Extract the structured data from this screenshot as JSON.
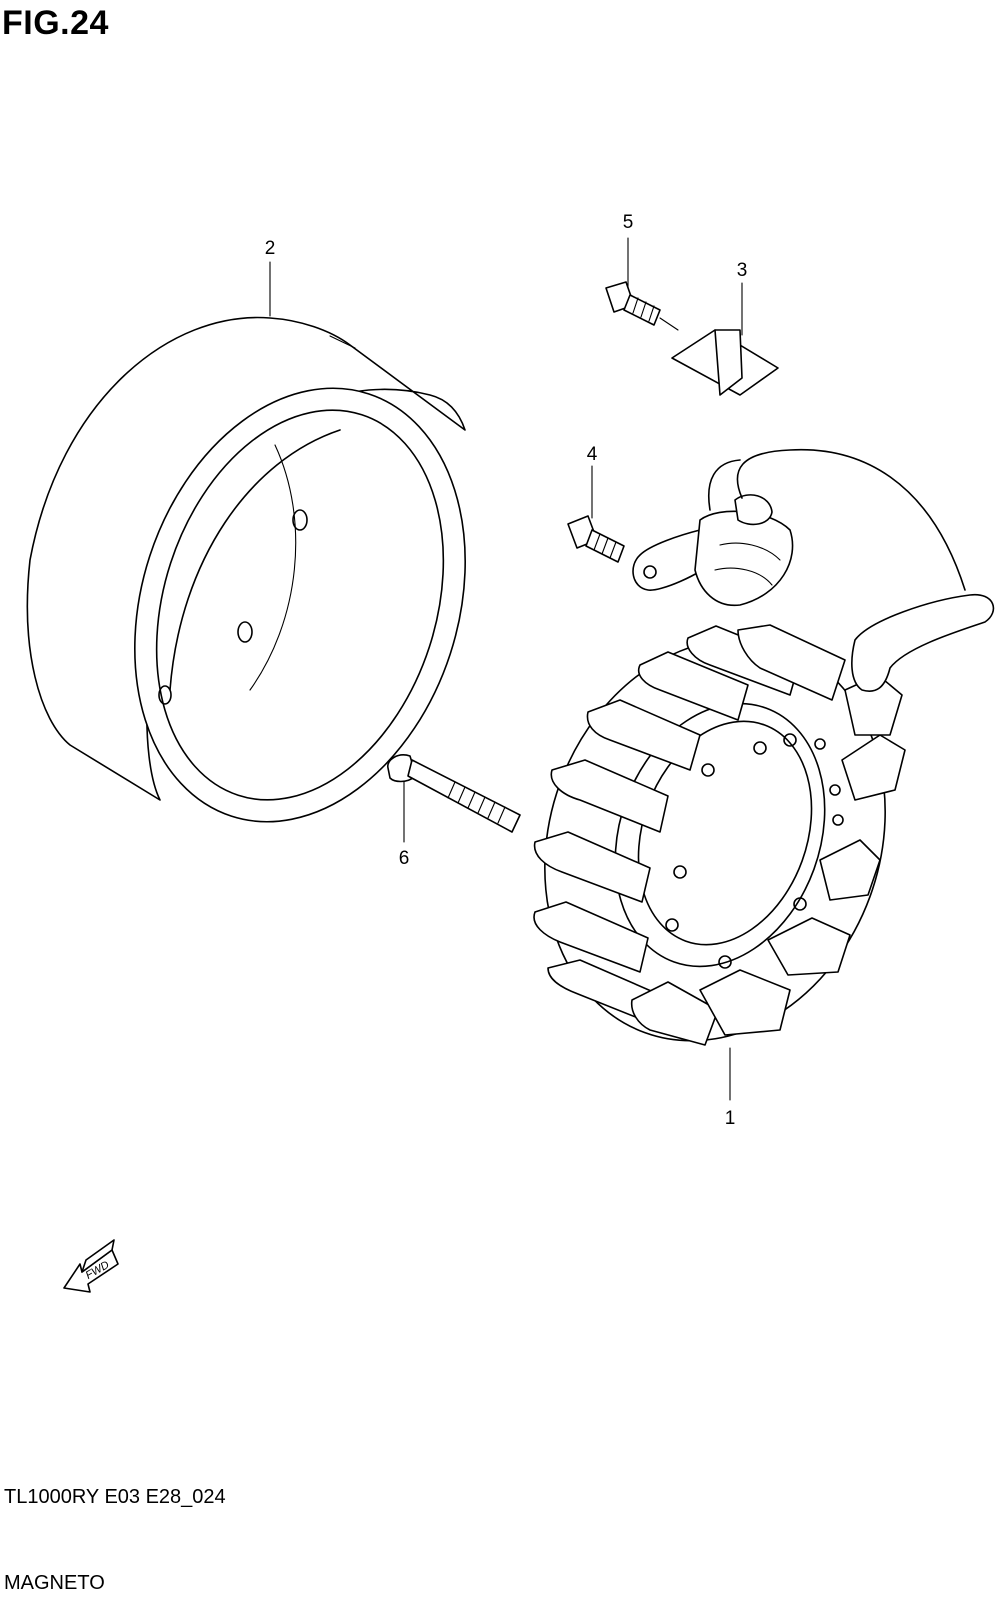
{
  "header": {
    "title": "FIG.24"
  },
  "callouts": [
    {
      "id": "1",
      "label": "1"
    },
    {
      "id": "2",
      "label": "2"
    },
    {
      "id": "3",
      "label": "3"
    },
    {
      "id": "4",
      "label": "4"
    },
    {
      "id": "5",
      "label": "5"
    },
    {
      "id": "6",
      "label": "6"
    }
  ],
  "fwd_marker": {
    "label": "FWD"
  },
  "footer": {
    "code": "TL1000RY E03 E28_024",
    "name": "MAGNETO"
  }
}
